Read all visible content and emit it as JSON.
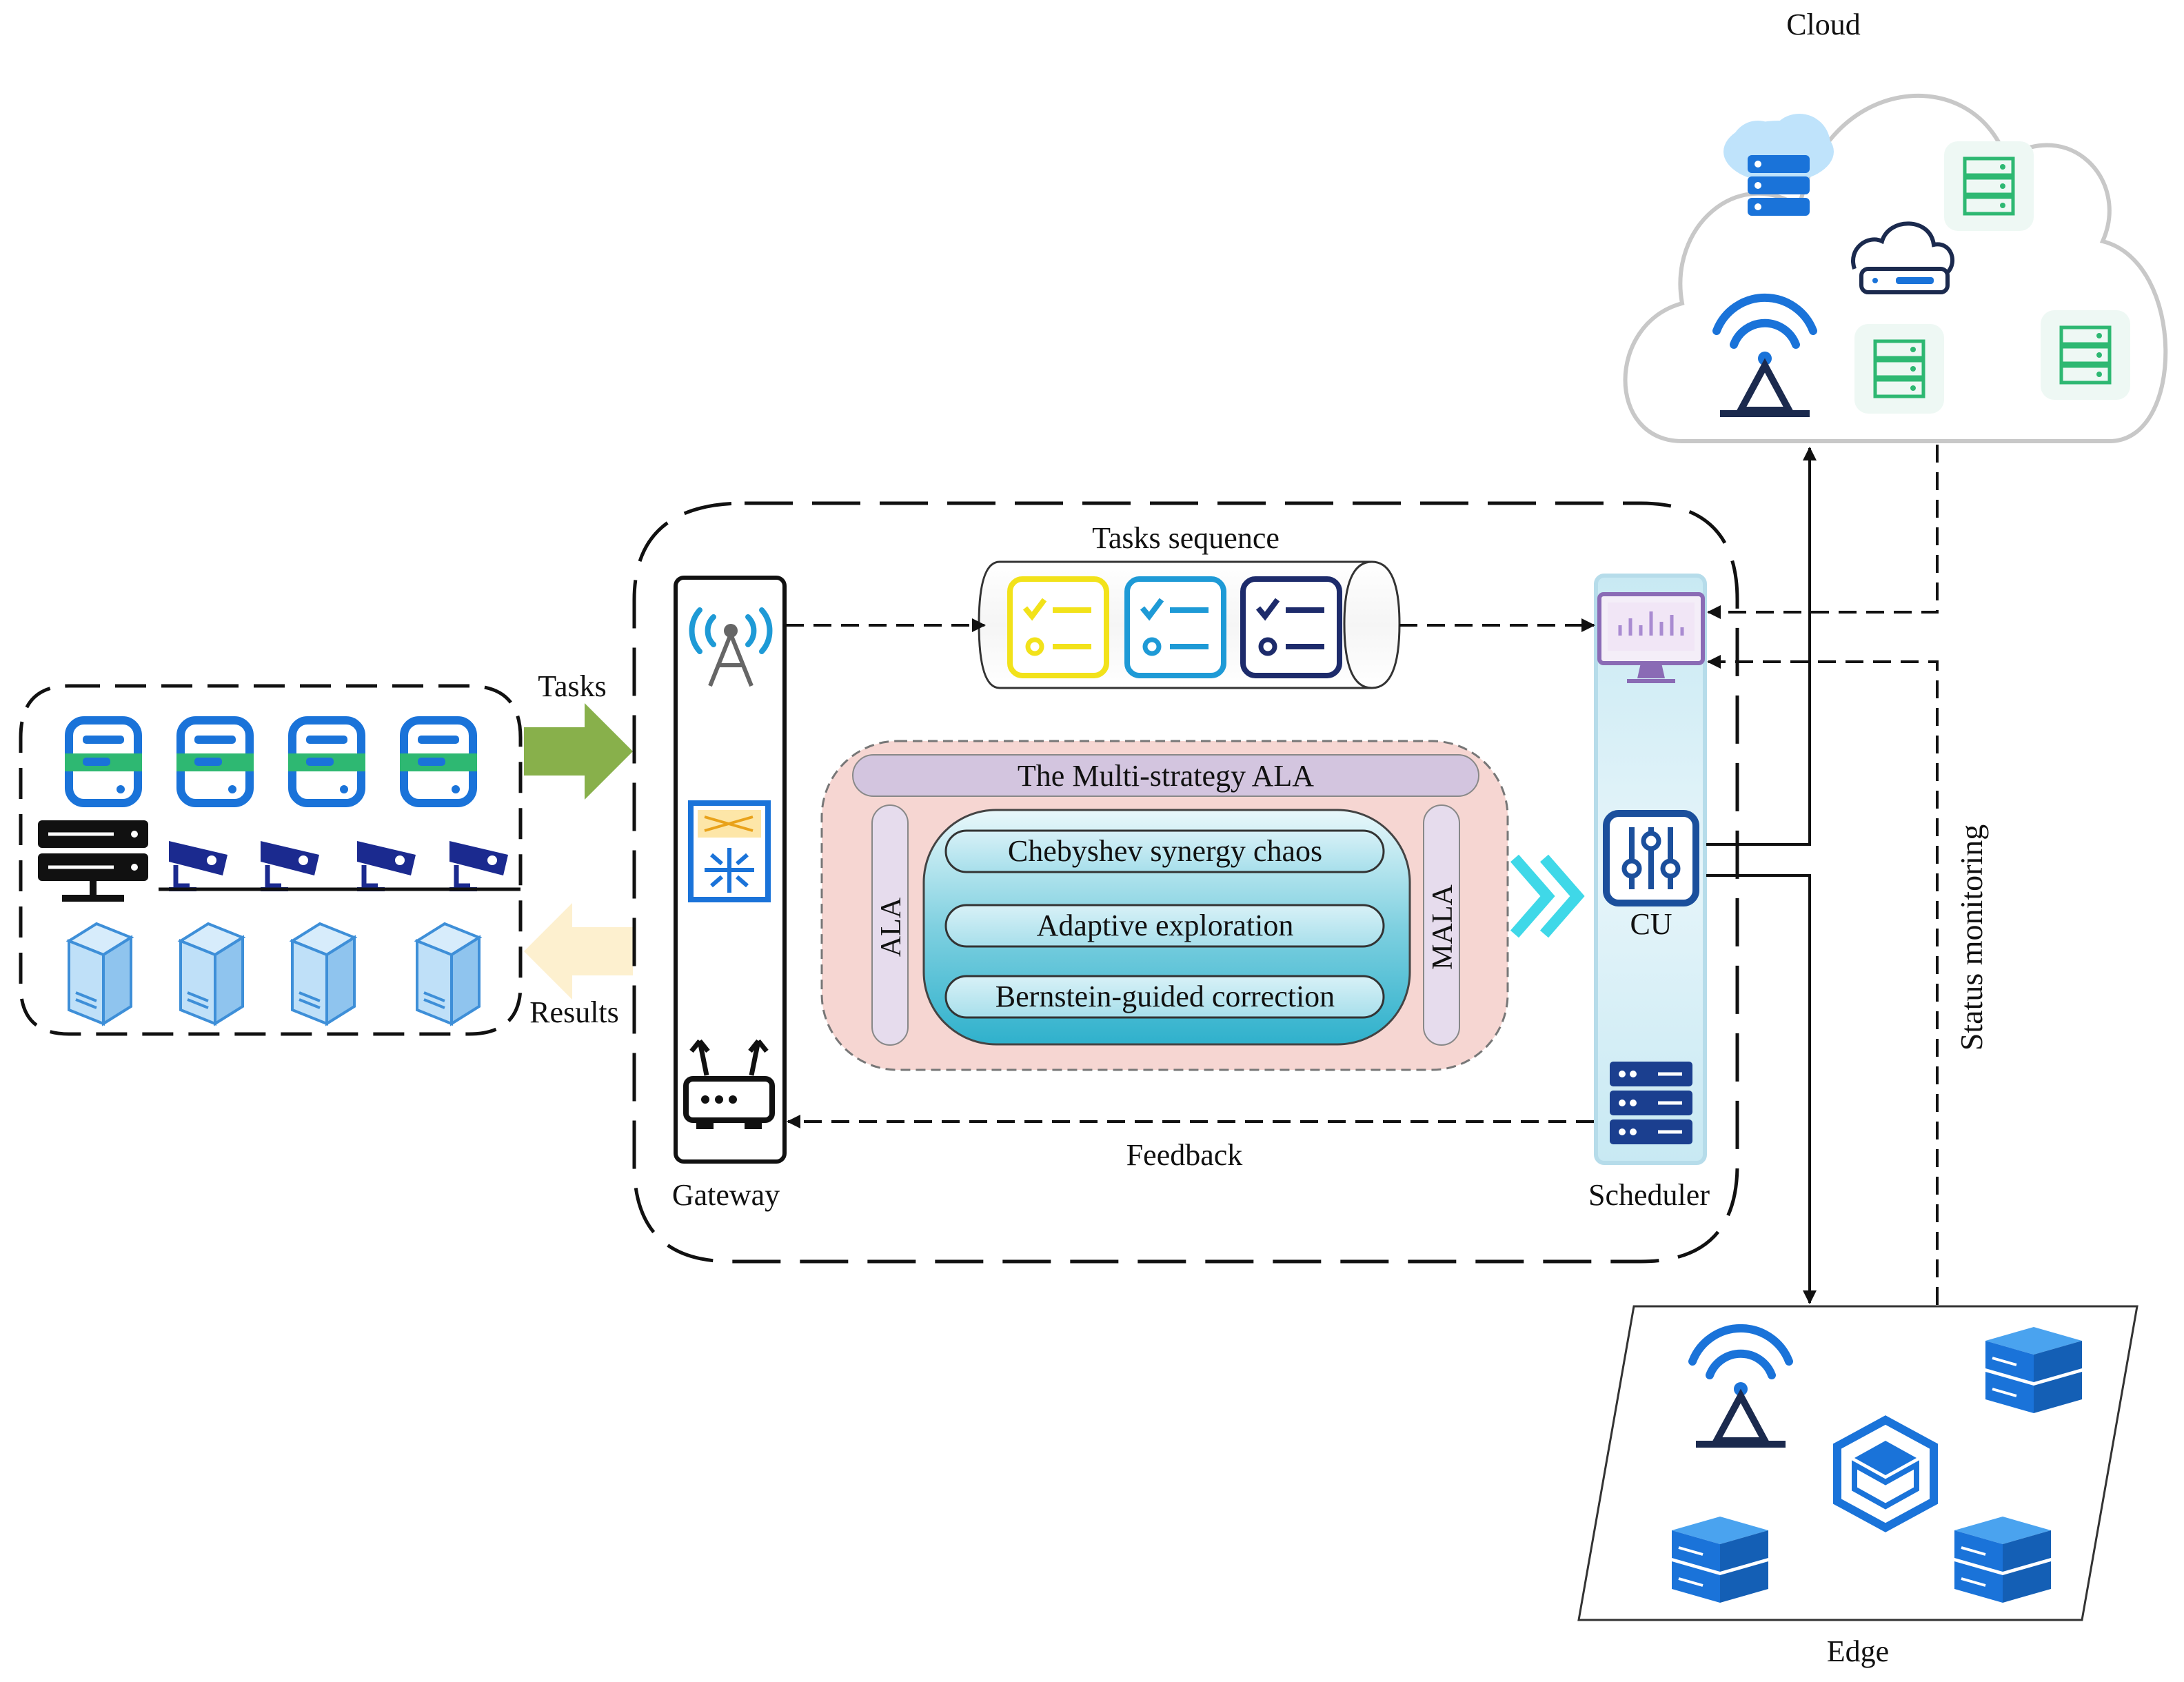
{
  "labels": {
    "cloud": "Cloud",
    "edge": "Edge",
    "tasks": "Tasks",
    "results": "Results",
    "tasks_sequence": "Tasks sequence",
    "gateway": "Gateway",
    "scheduler": "Scheduler",
    "feedback": "Feedback",
    "status_monitoring": "Status monitoring",
    "cu": "CU",
    "multi_strategy": "The Multi-strategy ALA",
    "ala": "ALA",
    "mala": "MALA",
    "strategies": [
      "Chebyshev synergy chaos",
      "Adaptive exploration",
      "Bernstein-guided correction"
    ]
  },
  "colors": {
    "tasks_arrow": "#88b04b",
    "results_arrow": "#fdf0cf",
    "algo_panel_fill": "#f6d6d2",
    "algo_header_fill": "#d3c5df",
    "scheduler_fill": "#d6edf5",
    "accent_blue": "#1a73d9",
    "dark_navy": "#1b2a4e",
    "green_server": "#2eb872",
    "task_yellow": "#f2e21a",
    "task_blue": "#1e9ad6",
    "task_navy": "#1d2b6b",
    "cyan_chevron": "#3fd8e8"
  },
  "icons": [
    "server-icon",
    "cloud-server-icon",
    "router-icon",
    "antenna-icon",
    "cell-tower-icon",
    "switch-icon",
    "wifi-router-icon",
    "monitor-icon",
    "control-panel-icon",
    "server-rack-icon",
    "cctv-camera-icon",
    "desktop-tower-icon",
    "checklist-icon",
    "edge-server-icon"
  ]
}
